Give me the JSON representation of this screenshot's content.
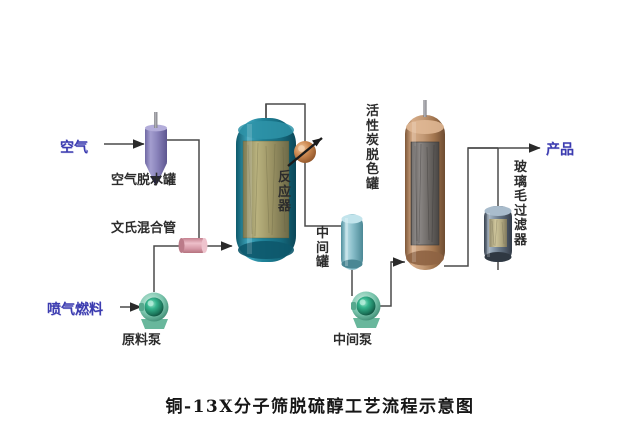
{
  "diagram": {
    "title": "铜-13X分子筛脱硫醇工艺流程示意图",
    "background_color": "#ffffff",
    "line_color": "#4a4a4a",
    "label_color": "#2c2c2c",
    "stream_label_color": "#3b3bb0"
  },
  "streams": [
    {
      "id": "air-inlet",
      "label": "空气"
    },
    {
      "id": "jet-fuel-inlet",
      "label": "喷气燃料"
    },
    {
      "id": "product-outlet",
      "label": "产品"
    }
  ],
  "equipment": [
    {
      "id": "air-dehydration-tank",
      "label": "空气脱水罐",
      "color": "#8b85bd",
      "orientation": "vertical"
    },
    {
      "id": "venturi-mixer",
      "label": "文氏混合管",
      "color": "#d898a8",
      "orientation": "horizontal"
    },
    {
      "id": "feed-pump",
      "label": "原料泵",
      "color": "#3da88a",
      "orientation": "pump"
    },
    {
      "id": "reactor",
      "label": "反应器",
      "color": "#1c7f93",
      "orientation": "vertical"
    },
    {
      "id": "control-valve",
      "label": "",
      "color": "#c07840",
      "orientation": "valve"
    },
    {
      "id": "intermediate-tank",
      "label": "中间罐",
      "color": "#79b6c2",
      "orientation": "vertical"
    },
    {
      "id": "intermediate-pump",
      "label": "中间泵",
      "color": "#3da88a",
      "orientation": "pump"
    },
    {
      "id": "activated-carbon-decolorizing-tank",
      "label": "活性炭脱色罐",
      "color": "#b08460",
      "orientation": "vertical"
    },
    {
      "id": "glass-wool-filter",
      "label": "玻璃毛过滤器",
      "color": "#6e7f96",
      "orientation": "vertical"
    }
  ]
}
